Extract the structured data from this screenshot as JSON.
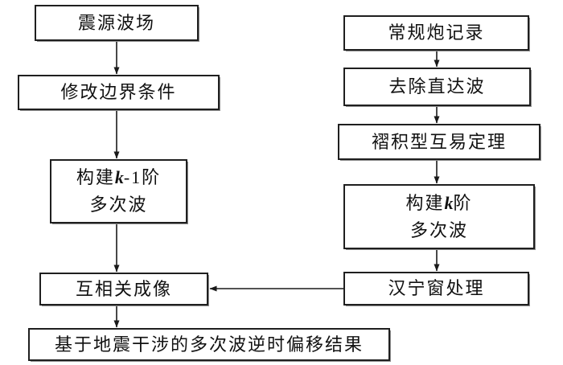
{
  "figure": {
    "type": "flowchart",
    "background": "#ffffff",
    "box_border_color": "#1f1f1f",
    "box_shadow_color": "#8e8e8e",
    "text_color": "#111111",
    "arrow_color": "#1a1a1a"
  },
  "nodes": {
    "source_wavefield": {
      "label": "震源波场"
    },
    "modify_boundary": {
      "label": "修改边界条件"
    },
    "build_k_minus_1": {
      "line1_pre": "构建",
      "line1_em": "k",
      "line1_post": "-1阶",
      "line2": "多次波"
    },
    "cross_correlation": {
      "label": "互相关成像"
    },
    "final_result": {
      "label": "基于地震干涉的多次波逆时偏移结果"
    },
    "shot_record": {
      "label": "常规炮记录"
    },
    "remove_direct_wave": {
      "label": "去除直达波"
    },
    "convolution_reciprocity": {
      "label": "褶积型互易定理"
    },
    "build_k": {
      "line1_pre": "构建",
      "line1_em": "k",
      "line1_post": "阶",
      "line2": "多次波"
    },
    "hanning_window": {
      "label": "汉宁窗处理"
    }
  },
  "edges": [
    {
      "from": "source_wavefield",
      "to": "modify_boundary",
      "direction": "down"
    },
    {
      "from": "modify_boundary",
      "to": "build_k_minus_1",
      "direction": "down"
    },
    {
      "from": "build_k_minus_1",
      "to": "cross_correlation",
      "direction": "down"
    },
    {
      "from": "cross_correlation",
      "to": "final_result",
      "direction": "down"
    },
    {
      "from": "shot_record",
      "to": "remove_direct_wave",
      "direction": "down"
    },
    {
      "from": "remove_direct_wave",
      "to": "convolution_reciprocity",
      "direction": "down"
    },
    {
      "from": "convolution_reciprocity",
      "to": "build_k",
      "direction": "down"
    },
    {
      "from": "build_k",
      "to": "hanning_window",
      "direction": "down"
    },
    {
      "from": "hanning_window",
      "to": "cross_correlation",
      "direction": "left"
    }
  ]
}
